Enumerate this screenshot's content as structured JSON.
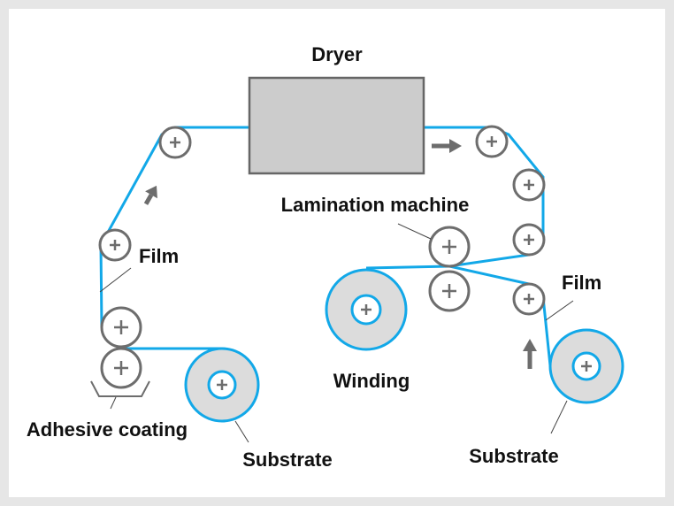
{
  "labels": {
    "dryer": "Dryer",
    "lamination": "Lamination machine",
    "film_left": "Film",
    "film_right": "Film",
    "winding": "Winding",
    "adhesive": "Adhesive coating",
    "substrate_left": "Substrate",
    "substrate_right": "Substrate"
  },
  "colors": {
    "film": "#12a8e8",
    "roller": "#6d6d6d",
    "dryer": "#cccccc",
    "roll": "#dcdcdc"
  }
}
